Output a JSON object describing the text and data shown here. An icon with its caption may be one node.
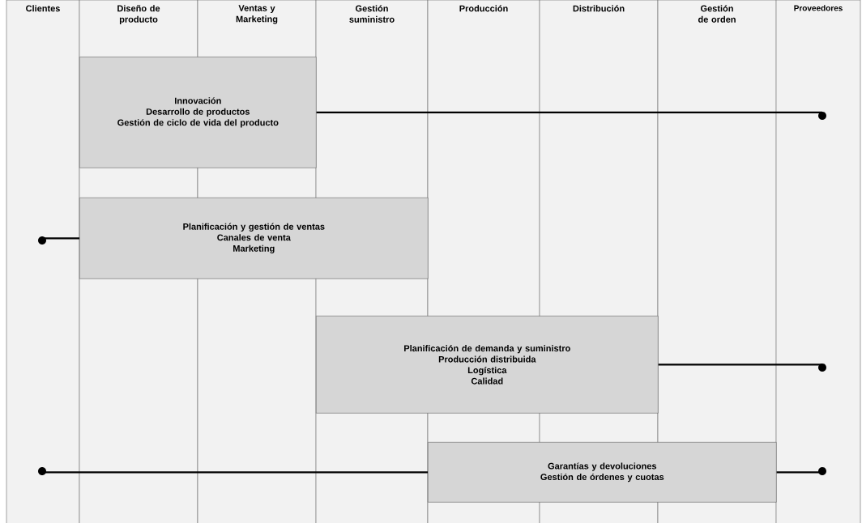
{
  "diagram": {
    "nodes": [
      {
        "text": [
          "Innovación",
          "Desarrollo de productos",
          "Gestión de ciclo de vida del producto"
        ]
      },
      {
        "text": [
          "Planificación y gestión de ventas",
          "Canales de venta",
          "Marketing"
        ]
      },
      {
        "text": [
          "Planificación de demanda y suministro",
          "Producción distribuida",
          "Logística",
          "Calidad"
        ]
      },
      {
        "text": [
          "Garantías y devoluciones",
          "Gestión de órdenes y cuotas"
        ]
      },
      {
        "text": [],
        "shape": "circle"
      },
      {
        "text": [],
        "shape": "circle"
      },
      {
        "text": [],
        "shape": "circle"
      },
      {
        "text": [],
        "shape": "circle"
      },
      {
        "text": [],
        "shape": "circle"
      }
    ],
    "edges": [
      {
        "from": 0,
        "to": 4,
        "arrow": "none"
      },
      {
        "from": 1,
        "to": 5,
        "arrow": "none"
      },
      {
        "from": 2,
        "to": 6,
        "arrow": "none"
      },
      {
        "from": 3,
        "to": 7,
        "arrow": "none"
      },
      {
        "from": 3,
        "to": 8,
        "arrow": "none"
      }
    ],
    "labels": [
      "Clientes",
      "Diseño de producto",
      "Ventas y Marketing",
      "Gestión suministro",
      "Producción",
      "Distribución",
      "Gestión de orden",
      "Proveedores"
    ]
  }
}
